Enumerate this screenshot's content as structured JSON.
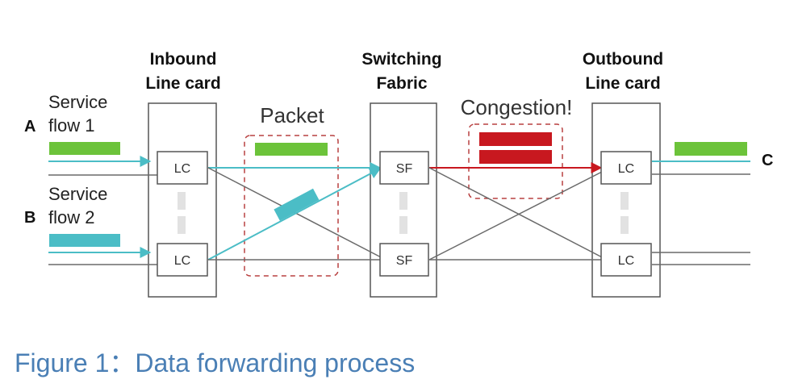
{
  "colors": {
    "cyan": "#4bbdc6",
    "green": "#6cc33a",
    "red": "#c8181f",
    "gray_line": "#6a6a6a",
    "caption": "#4a7fb5"
  },
  "columns": {
    "inbound": {
      "title_line1": "Inbound",
      "title_line2": "Line card"
    },
    "fabric": {
      "title_line1": "Switching",
      "title_line2": "Fabric"
    },
    "outbound": {
      "title_line1": "Outbound",
      "title_line2": "Line card"
    }
  },
  "nodes": {
    "inbound_top": "LC",
    "inbound_bottom": "LC",
    "fabric_top": "SF",
    "fabric_bottom": "SF",
    "outbound_top": "LC",
    "outbound_bottom": "LC"
  },
  "flows": {
    "a": {
      "endpoint": "A",
      "line1": "Service",
      "line2": "flow 1"
    },
    "b": {
      "endpoint": "B",
      "line1": "Service",
      "line2": "flow 2"
    },
    "c": {
      "endpoint": "C"
    }
  },
  "annotations": {
    "packet": "Packet",
    "congestion": "Congestion!"
  },
  "caption": "Figure 1：Data forwarding process"
}
